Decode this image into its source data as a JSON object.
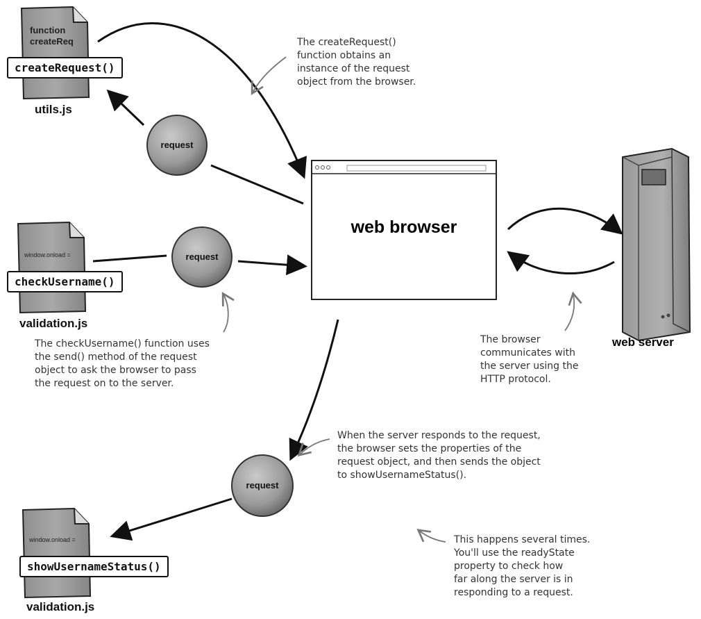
{
  "files": {
    "utils": {
      "filename": "utils.js",
      "snippet": [
        "function",
        "createReq"
      ],
      "function_label": "createRequest()"
    },
    "validation_check": {
      "filename": "validation.js",
      "snippet": [
        "window.onload ="
      ],
      "function_label": "checkUsername()"
    },
    "validation_status": {
      "filename": "validation.js",
      "snippet": [
        "window.onload ="
      ],
      "function_label": "showUsernameStatus()"
    }
  },
  "request_objects": {
    "top": "request",
    "middle": "request",
    "bottom": "request"
  },
  "browser": {
    "label": "web browser"
  },
  "server": {
    "label": "web server"
  },
  "annotations": {
    "create_request": [
      "The createRequest()",
      "function obtains an",
      "instance of the request",
      "object from the browser."
    ],
    "check_username": [
      "The checkUsername() function uses",
      "the send() method of the request",
      "object to ask the browser to pass",
      "the request on to the server."
    ],
    "http": [
      "The browser",
      "communicates with",
      "the server using the",
      "HTTP protocol."
    ],
    "server_responds": [
      "When the server responds to the request,",
      "the browser sets the properties of the",
      "request object, and then sends the object",
      "to showUsernameStatus()."
    ],
    "ready_state": [
      "This happens several times.",
      "You'll use the readyState",
      "property to check how",
      "far along the server is in",
      "responding to a request."
    ]
  }
}
